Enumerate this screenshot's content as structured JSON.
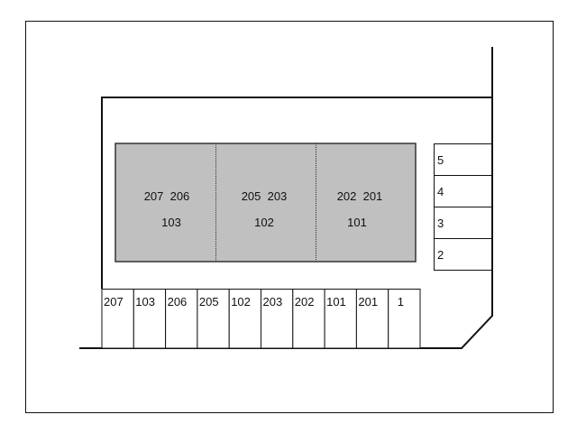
{
  "colors": {
    "building": "#c0c0c0",
    "line": "#111111"
  },
  "building": {
    "units": [
      {
        "top": "207  206",
        "bottom": "103"
      },
      {
        "top": "205  203",
        "bottom": "102"
      },
      {
        "top": "202  201",
        "bottom": "101"
      }
    ]
  },
  "right_spaces": [
    "5",
    "4",
    "3",
    "2"
  ],
  "bottom_spaces": [
    "207",
    "103",
    "206",
    "205",
    "102",
    "203",
    "202",
    "101",
    "201",
    "1"
  ]
}
